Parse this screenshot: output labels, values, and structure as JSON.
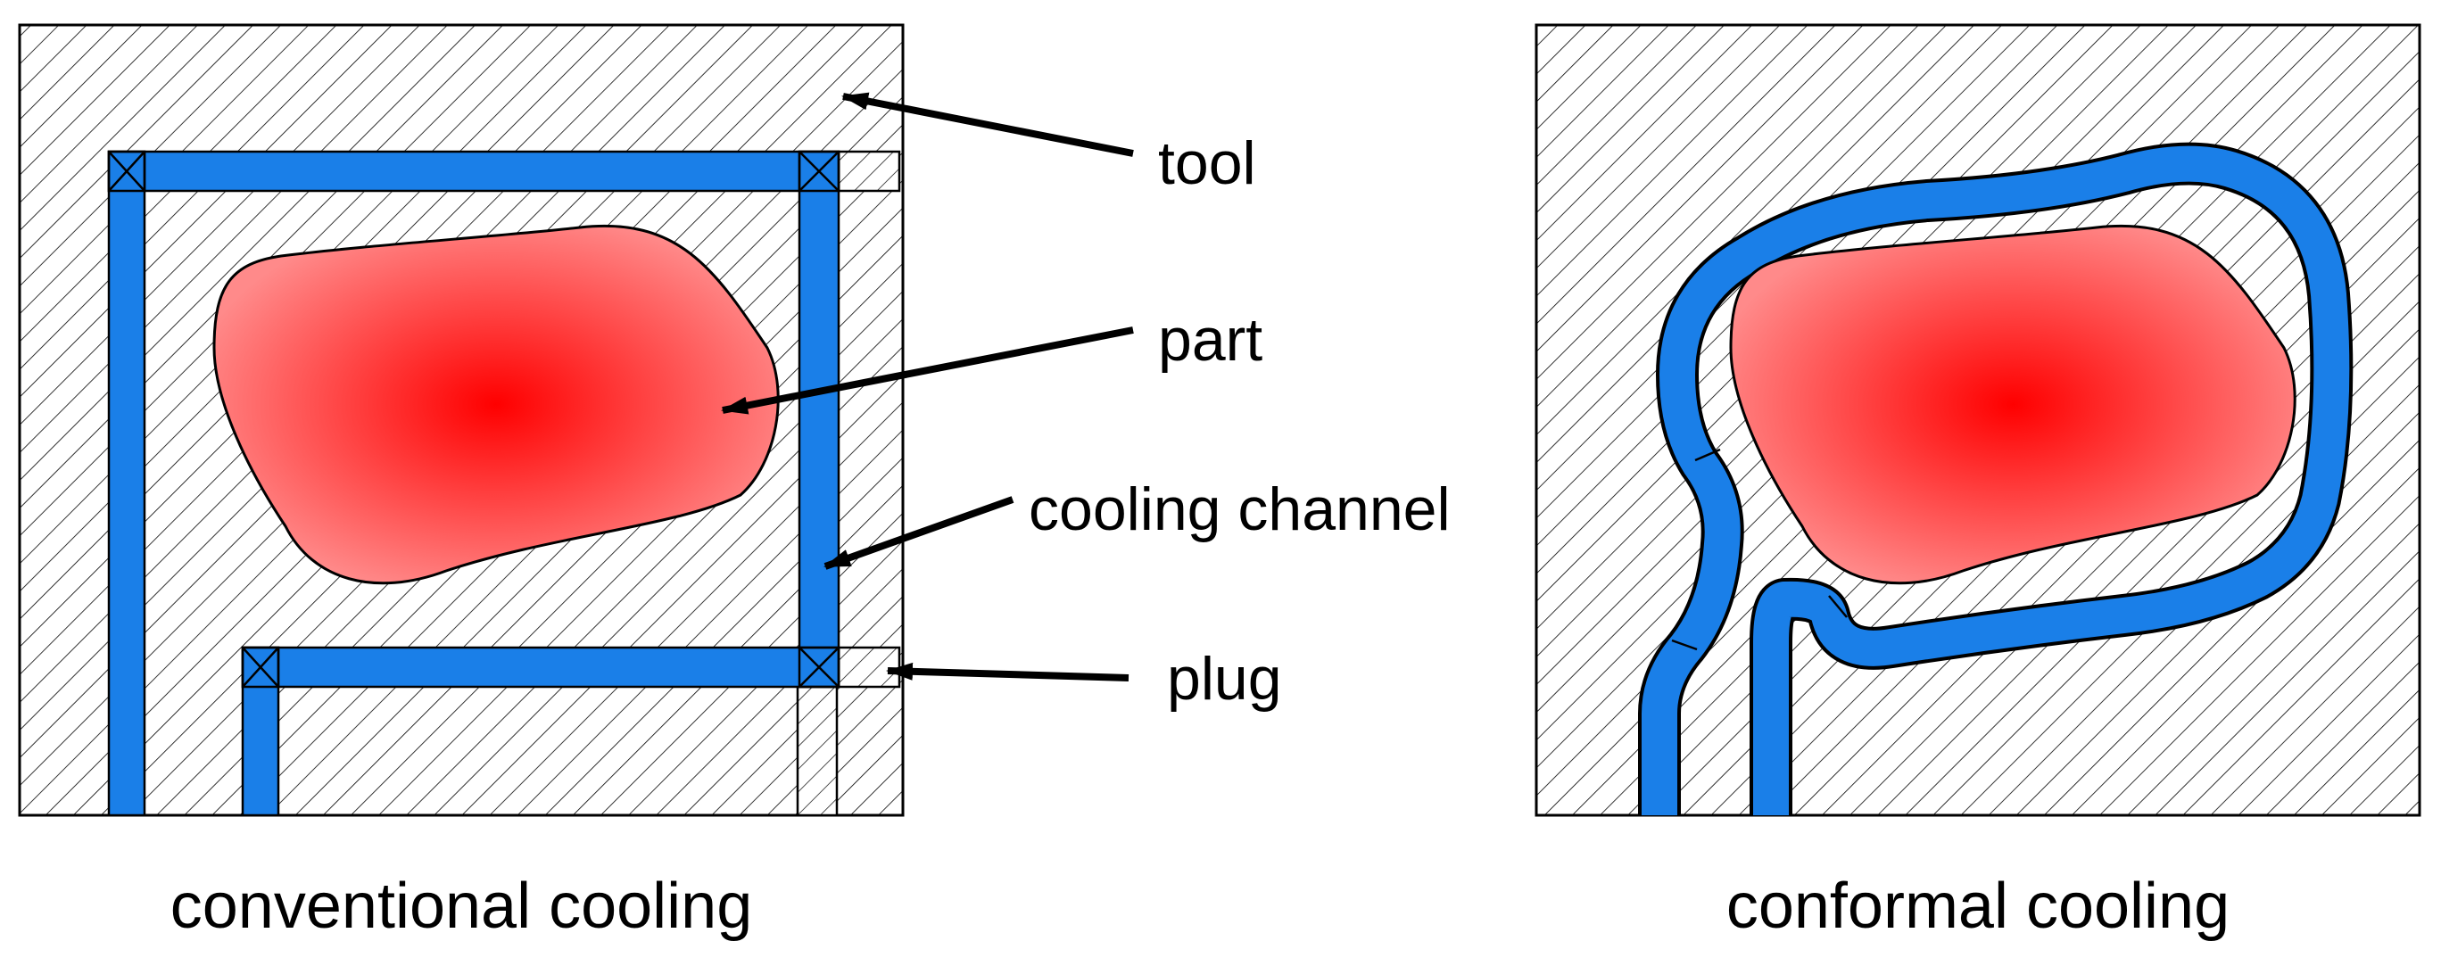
{
  "labels": {
    "tool": "tool",
    "part": "part",
    "cooling_channel": "cooling channel",
    "plug": "plug"
  },
  "captions": {
    "left": "conventional cooling",
    "right": "conformal cooling"
  },
  "colors": {
    "channel": "#1a7fe8",
    "part_center": "#ff0000",
    "part_edge": "#ff8a8a",
    "hatch": "#000000",
    "background": "#ffffff"
  }
}
